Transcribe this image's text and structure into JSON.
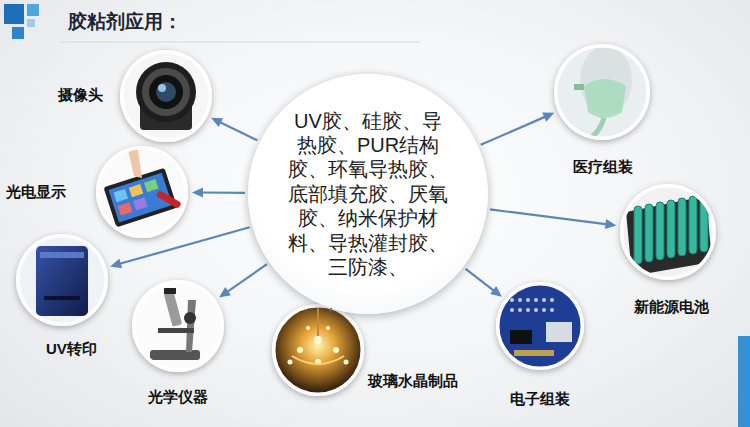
{
  "diagram": {
    "title": "胶粘剂应用：",
    "nodes": [
      {
        "text": [
          "UV胶、硅胶、导热胶、PUR结构胶、环氧导热胶、底部填充胶、厌氧胶、纳米保护材料、导热灌封胶、三防漆、"
        ]
      },
      {
        "text": [
          "摄像头"
        ]
      },
      {
        "text": [
          "医疗组装"
        ]
      },
      {
        "text": [
          "光电显示"
        ]
      },
      {
        "text": [
          "新能源电池"
        ]
      },
      {
        "text": [
          "UV转印"
        ]
      },
      {
        "text": [
          "光学仪器"
        ]
      },
      {
        "text": [
          "玻璃水晶制品"
        ]
      },
      {
        "text": [
          "电子组装"
        ]
      }
    ],
    "edges": [
      {
        "from": 0,
        "to": 1,
        "arrow": "to"
      },
      {
        "from": 0,
        "to": 2,
        "arrow": "to"
      },
      {
        "from": 0,
        "to": 3,
        "arrow": "to"
      },
      {
        "from": 0,
        "to": 4,
        "arrow": "to"
      },
      {
        "from": 0,
        "to": 5,
        "arrow": "to"
      },
      {
        "from": 0,
        "to": 6,
        "arrow": "to"
      },
      {
        "from": 0,
        "to": 7,
        "arrow": "to"
      },
      {
        "from": 0,
        "to": 8,
        "arrow": "to"
      }
    ]
  }
}
